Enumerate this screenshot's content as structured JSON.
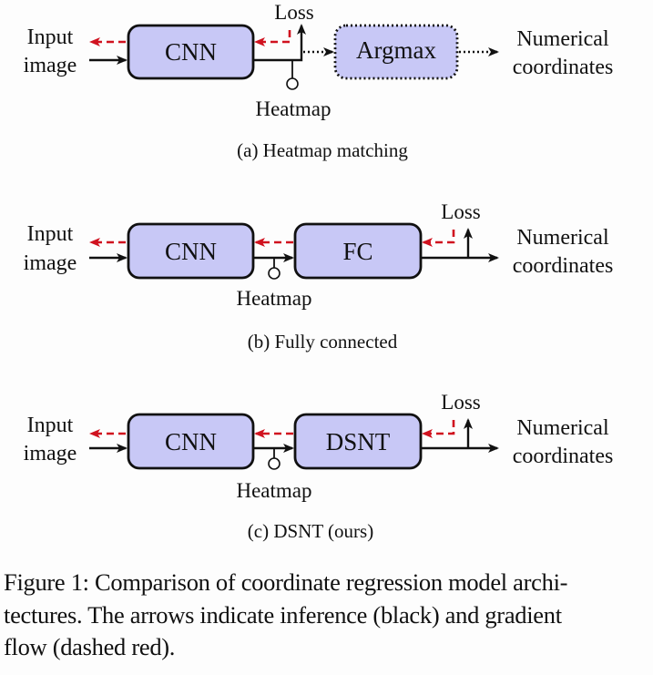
{
  "colors": {
    "box_fill": "#c8c8f6",
    "box_stroke": "#111111",
    "inference_arrow": "#111111",
    "gradient_arrow": "#d0121f",
    "background": "#fdfdfd"
  },
  "panels": [
    {
      "id": "a",
      "input_label": [
        "Input",
        "image"
      ],
      "blocks": [
        "CNN",
        "Argmax"
      ],
      "argmax_dotted": true,
      "loss_label": "Loss",
      "heatmap_label": "Heatmap",
      "output_label": [
        "Numerical",
        "coordinates"
      ],
      "caption": "(a) Heatmap matching"
    },
    {
      "id": "b",
      "input_label": [
        "Input",
        "image"
      ],
      "blocks": [
        "CNN",
        "FC"
      ],
      "loss_label": "Loss",
      "heatmap_label": "Heatmap",
      "output_label": [
        "Numerical",
        "coordinates"
      ],
      "caption": "(b) Fully connected"
    },
    {
      "id": "c",
      "input_label": [
        "Input",
        "image"
      ],
      "blocks": [
        "CNN",
        "DSNT"
      ],
      "loss_label": "Loss",
      "heatmap_label": "Heatmap",
      "output_label": [
        "Numerical",
        "coordinates"
      ],
      "caption": "(c) DSNT (ours)"
    }
  ],
  "figure_caption": {
    "lines": [
      "Figure 1: Comparison of coordinate regression model archi-",
      "tectures. The arrows indicate inference (black) and gradient",
      "flow (dashed red)."
    ]
  }
}
